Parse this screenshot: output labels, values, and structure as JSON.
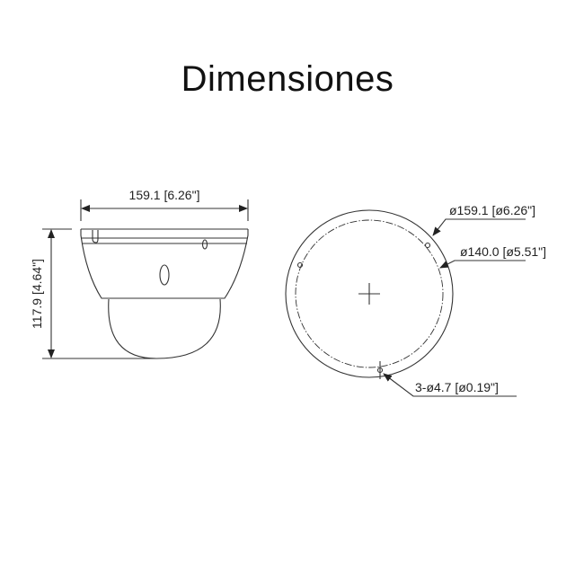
{
  "title": "Dimensiones",
  "side_view": {
    "width_label": "159.1 [6.26\"]",
    "height_label": "117.9 [4.64\"]"
  },
  "top_view": {
    "outer_diameter_label": "ø159.1 [ø6.26\"]",
    "mount_circle_label": "ø140.0 [ø5.51\"]",
    "holes_label": "3-ø4.7 [ø0.19\"]"
  }
}
